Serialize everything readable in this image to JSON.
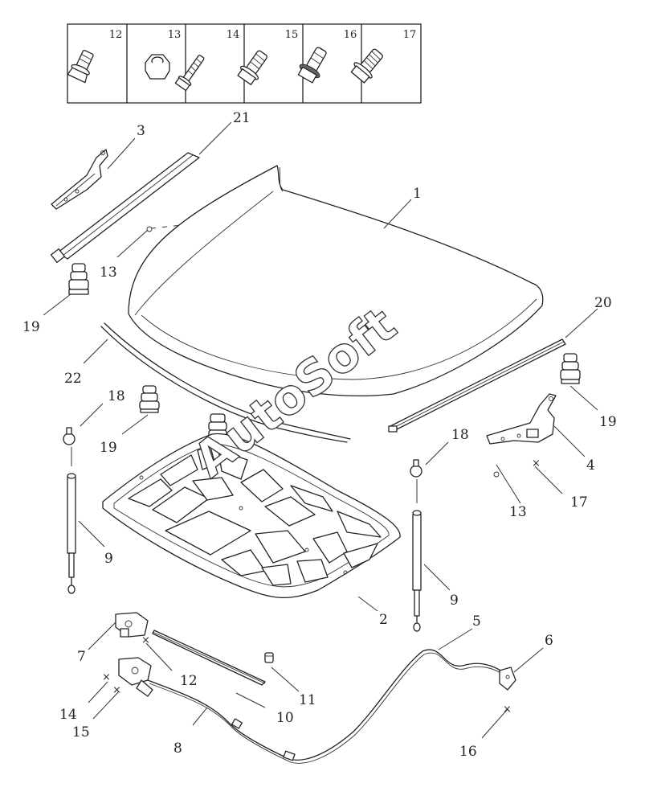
{
  "fastener_box": {
    "labels": [
      "12",
      "13",
      "14",
      "15",
      "16",
      "17"
    ]
  },
  "callouts": {
    "c1": "1",
    "c2": "2",
    "c3": "3",
    "c4": "4",
    "c5": "5",
    "c6": "6",
    "c7": "7",
    "c8": "8",
    "c9a": "9",
    "c9b": "9",
    "c10": "10",
    "c11": "11",
    "c12": "12",
    "c13a": "13",
    "c13b": "13",
    "c14": "14",
    "c15": "15",
    "c16": "16",
    "c17": "17",
    "c18a": "18",
    "c18b": "18",
    "c19a": "19",
    "c19b": "19",
    "c19c": "19",
    "c20": "20",
    "c21": "21",
    "c22": "22"
  },
  "watermark": "AutoSoft"
}
